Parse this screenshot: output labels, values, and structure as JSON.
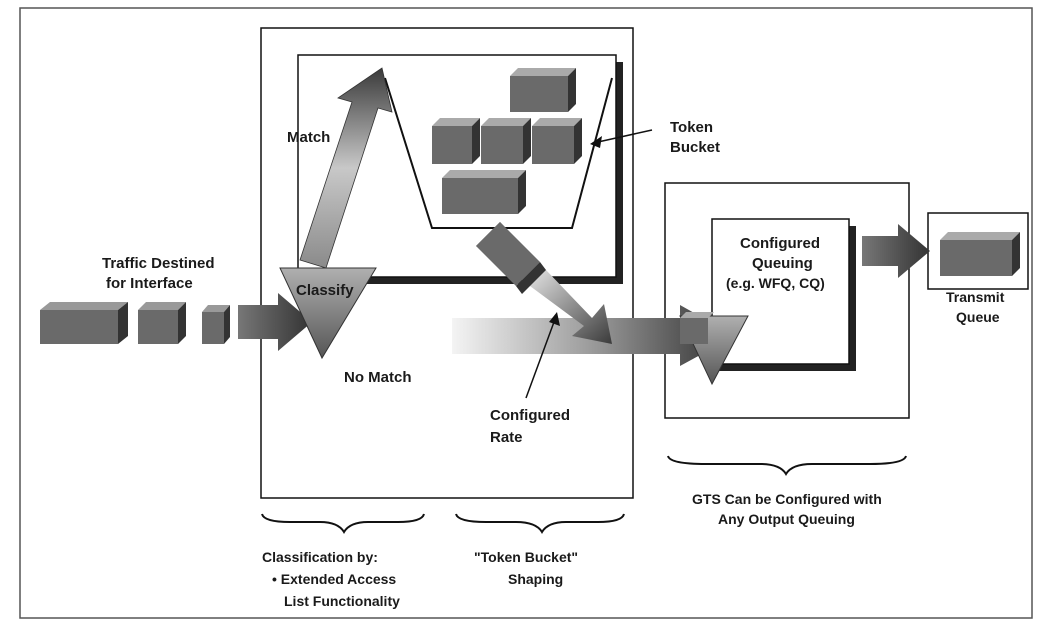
{
  "labels": {
    "traffic_line1": "Traffic Destined",
    "traffic_line2": "for Interface",
    "match": "Match",
    "classify": "Classify",
    "no_match": "No Match",
    "token_line1": "Token",
    "token_line2": "Bucket",
    "configured_queuing_line1": "Configured",
    "configured_queuing_line2": "Queuing",
    "configured_queuing_line3": "(e.g. WFQ, CQ)",
    "transmit_line1": "Transmit",
    "transmit_line2": "Queue",
    "configured_rate_line1": "Configured",
    "configured_rate_line2": "Rate",
    "gts_line1": "GTS Can be Configured with",
    "gts_line2": "Any Output Queuing",
    "classification_line1": "Classification by:",
    "classification_line2": "• Extended Access",
    "classification_line3": "List Functionality",
    "shaping_line1": "\"Token Bucket\"",
    "shaping_line2": "Shaping"
  }
}
